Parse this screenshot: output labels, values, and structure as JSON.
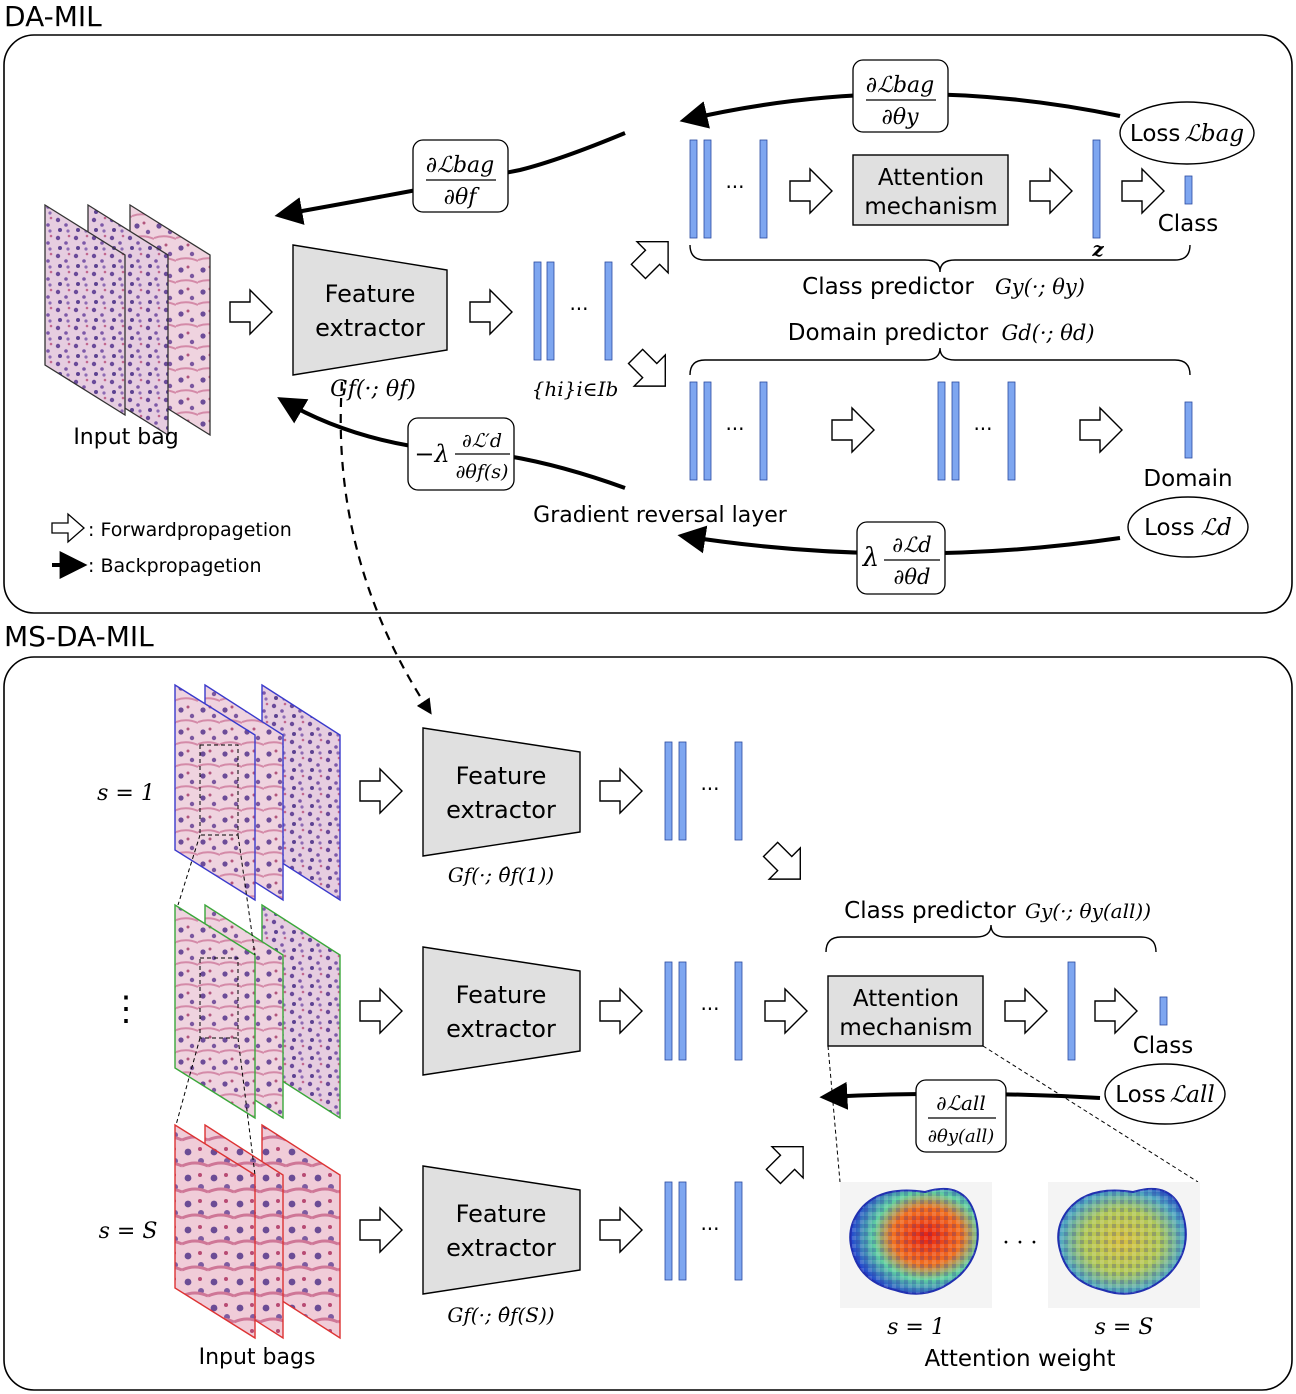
{
  "sections": {
    "top_title": "DA-MIL",
    "bottom_title": "MS-DA-MIL"
  },
  "da_mil": {
    "input_label": "Input bag",
    "feature_extractor": [
      "Feature",
      "extractor"
    ],
    "feature_extractor_math": "Gf(·; θf)",
    "features_math": "{hi}i∈Ib",
    "attention": [
      "Attention",
      "mechanism"
    ],
    "z_label": "z",
    "class_label": "Class",
    "class_predictor": "Class predictor",
    "class_predictor_math": "Gy(·; θy)",
    "domain_predictor": "Domain predictor",
    "domain_predictor_math": "Gd(·; θd)",
    "domain_label": "Domain",
    "loss_bag": "Loss",
    "loss_bag_math": "ℒbag",
    "loss_d": "Loss",
    "loss_d_math": "ℒd",
    "grad_bag_y_num": "∂ℒbag",
    "grad_bag_y_den": "∂θy",
    "grad_bag_f_num": "∂ℒbag",
    "grad_bag_f_den": "∂θf",
    "grad_rev_prefix": "−λ",
    "grad_rev_num": "∂ℒ′d",
    "grad_rev_den": "∂θf(s)",
    "grad_d_prefix": "λ",
    "grad_d_num": "∂ℒd",
    "grad_d_den": "∂θd",
    "grl_label": "Gradient reversal layer",
    "legend_forward": ": Forwardpropagetion",
    "legend_backward": ": Backpropagetion",
    "dots": "···"
  },
  "ms_da_mil": {
    "s1_label": "s = 1",
    "vdots_label": "⋮",
    "sS_label": "s = S",
    "feature_extractor": [
      "Feature",
      "extractor"
    ],
    "fe1_math": "Gf(·; θ̂f(1))",
    "feS_math": "Gf(·; θ̂f(S))",
    "input_label": "Input bags",
    "class_predictor": "Class predictor",
    "class_predictor_math": "Gy(·; θy(all))",
    "attention": [
      "Attention",
      "mechanism"
    ],
    "class_label": "Class",
    "loss_all": "Loss",
    "loss_all_math": "ℒall",
    "grad_all_num": "∂ℒall",
    "grad_all_den": "∂θy(all)",
    "attn_s1": "s = 1",
    "attn_sS": "s = S",
    "attn_dots": "· · ·",
    "attention_weight": "Attention weight",
    "dots": "···"
  },
  "colors": {
    "feature_bar": "#7ea6f0",
    "box_fill": "#e0e0e0",
    "blue_border": "#3a3acc",
    "green_border": "#3aa83a",
    "red_border": "#dd3333"
  }
}
